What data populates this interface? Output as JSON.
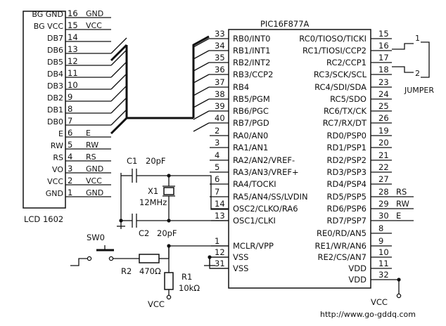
{
  "lcd": {
    "name": "LCD 1602",
    "pins": [
      {
        "label": "BG GND",
        "num": "16",
        "net": "GND"
      },
      {
        "label": "BG VCC",
        "num": "15",
        "net": "VCC"
      },
      {
        "label": "DB7",
        "num": "14",
        "net": ""
      },
      {
        "label": "DB6",
        "num": "13",
        "net": ""
      },
      {
        "label": "DB5",
        "num": "12",
        "net": ""
      },
      {
        "label": "DB4",
        "num": "11",
        "net": ""
      },
      {
        "label": "DB3",
        "num": "10",
        "net": ""
      },
      {
        "label": "DB2",
        "num": "9",
        "net": ""
      },
      {
        "label": "DB1",
        "num": "8",
        "net": ""
      },
      {
        "label": "DB0",
        "num": "7",
        "net": ""
      },
      {
        "label": "E",
        "num": "6",
        "net": "E"
      },
      {
        "label": "RW",
        "num": "5",
        "net": "RW"
      },
      {
        "label": "RS",
        "num": "4",
        "net": "RS"
      },
      {
        "label": "VO",
        "num": "3",
        "net": "GND"
      },
      {
        "label": "VCC",
        "num": "2",
        "net": "VCC"
      },
      {
        "label": "GND",
        "num": "1",
        "net": "GND"
      }
    ]
  },
  "mcu": {
    "name": "PIC16F877A",
    "left_pins": [
      {
        "num": "33",
        "label": "RB0/INT0"
      },
      {
        "num": "34",
        "label": "RB1/INT1"
      },
      {
        "num": "35",
        "label": "RB2/INT2"
      },
      {
        "num": "36",
        "label": "RB3/CCP2"
      },
      {
        "num": "37",
        "label": "RB4"
      },
      {
        "num": "38",
        "label": "RB5/PGM"
      },
      {
        "num": "39",
        "label": "RB6/PGC"
      },
      {
        "num": "40",
        "label": "RB7/PGD"
      },
      {
        "num": "2",
        "label": "RA0/AN0"
      },
      {
        "num": "3",
        "label": "RA1/AN1"
      },
      {
        "num": "4",
        "label": "RA2/AN2/VREF-"
      },
      {
        "num": "5",
        "label": "RA3/AN3/VREF+"
      },
      {
        "num": "6",
        "label": "RA4/TOCKI"
      },
      {
        "num": "7",
        "label": "RA5/AN4/SS/LVDIN"
      },
      {
        "num": "14",
        "label": "OSC2/CLKO/RA6"
      },
      {
        "num": "13",
        "label": "OSC1/CLKI"
      },
      {
        "num": "1",
        "label": "MCLR/VPP"
      },
      {
        "num": "12",
        "label": "VSS"
      },
      {
        "num": "31",
        "label": "VSS"
      }
    ],
    "right_pins": [
      {
        "num": "15",
        "label": "RC0/TIOSO/TICKI",
        "net": ""
      },
      {
        "num": "16",
        "label": "RC1/TIOSI/CCP2",
        "net": ""
      },
      {
        "num": "17",
        "label": "RC2/CCP1",
        "net": ""
      },
      {
        "num": "18",
        "label": "RC3/SCK/SCL",
        "net": ""
      },
      {
        "num": "23",
        "label": "RC4/SDI/SDA",
        "net": ""
      },
      {
        "num": "24",
        "label": "RC5/SDO",
        "net": ""
      },
      {
        "num": "25",
        "label": "RC6/TX/CK",
        "net": ""
      },
      {
        "num": "26",
        "label": "RC7/RX/DT",
        "net": ""
      },
      {
        "num": "19",
        "label": "RD0/PSP0",
        "net": ""
      },
      {
        "num": "20",
        "label": "RD1/PSP1",
        "net": ""
      },
      {
        "num": "21",
        "label": "RD2/PSP2",
        "net": ""
      },
      {
        "num": "22",
        "label": "RD3/PSP3",
        "net": ""
      },
      {
        "num": "27",
        "label": "RD4/PSP4",
        "net": ""
      },
      {
        "num": "28",
        "label": "RD5/PSP5",
        "net": "RS"
      },
      {
        "num": "29",
        "label": "RD6/PSP6",
        "net": "RW"
      },
      {
        "num": "30",
        "label": "RD7/PSP7",
        "net": "E"
      },
      {
        "num": "8",
        "label": "RE0/RD/AN5",
        "net": ""
      },
      {
        "num": "9",
        "label": "RE1/WR/AN6",
        "net": ""
      },
      {
        "num": "10",
        "label": "RE2/CS/AN7",
        "net": ""
      },
      {
        "num": "11",
        "label": "VDD",
        "net": ""
      },
      {
        "num": "32",
        "label": "VDD",
        "net": ""
      }
    ]
  },
  "jumper": {
    "name": "JUMPER",
    "pin1": "1",
    "pin2": "2"
  },
  "parts": {
    "c1": "C1",
    "c1_value": "20pF",
    "c2": "C2",
    "c2_value": "20pF",
    "x1": "X1",
    "x1_value": "12MHz",
    "sw": "SW0",
    "r2": "R2",
    "r2_value": "470Ω",
    "r1": "R1",
    "r1_value": "10kΩ",
    "vcc_left": "VCC",
    "vcc_right": "VCC"
  },
  "url": "http://www.go-gddq.com"
}
